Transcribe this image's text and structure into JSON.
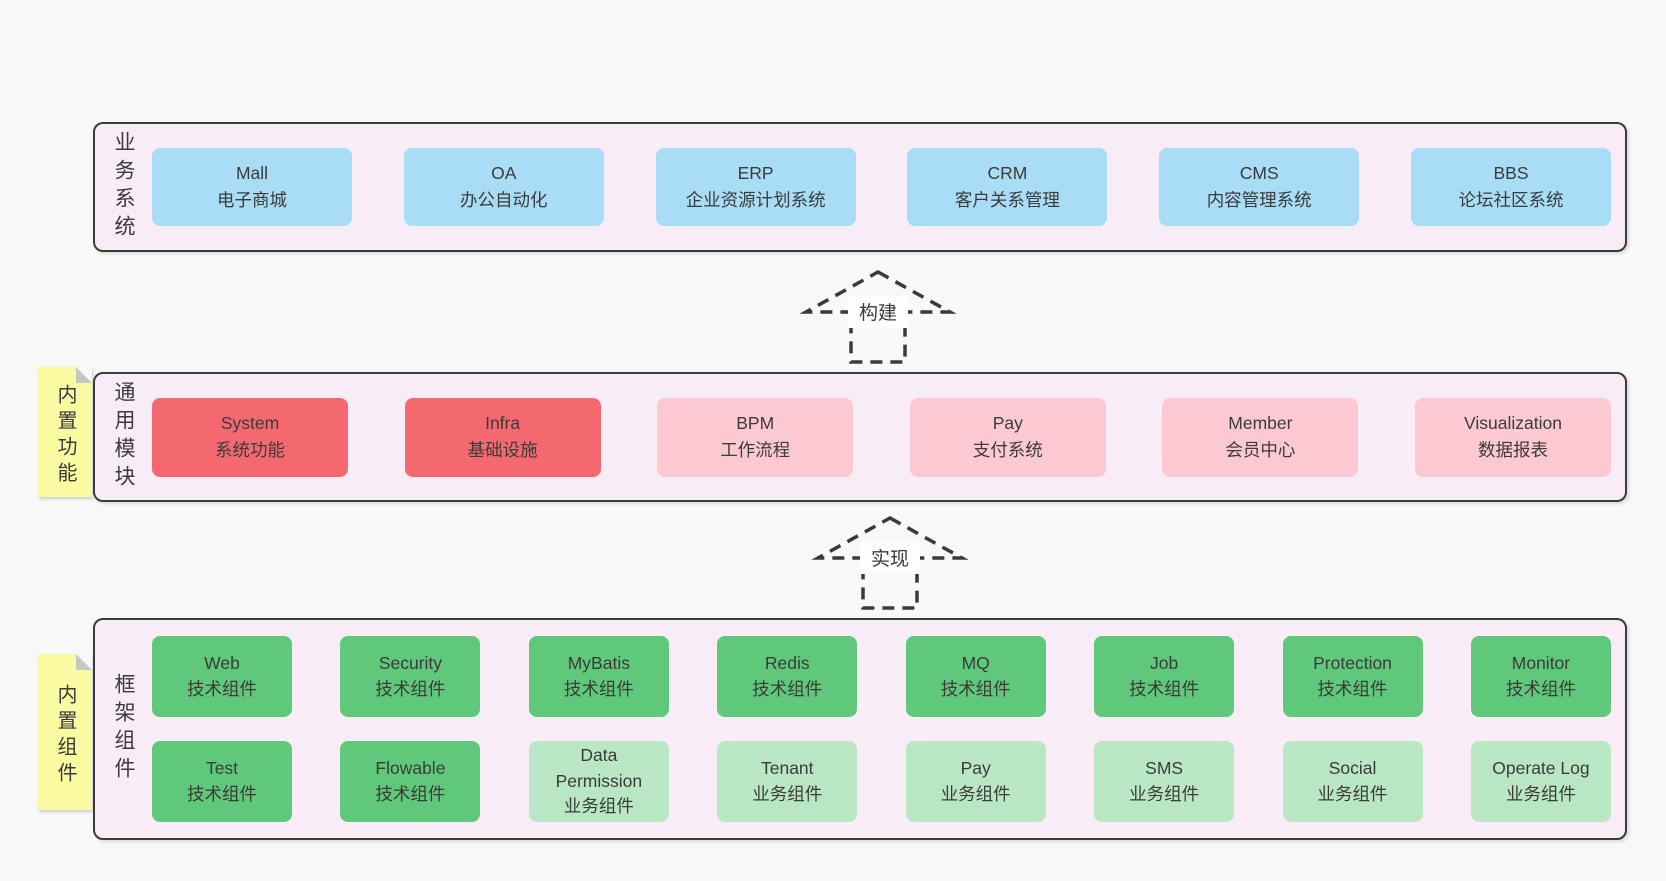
{
  "layers": {
    "business": {
      "label": "业务系统",
      "boxes": [
        {
          "title": "Mall",
          "subtitle": "电子商城"
        },
        {
          "title": "OA",
          "subtitle": "办公自动化"
        },
        {
          "title": "ERP",
          "subtitle": "企业资源计划系统"
        },
        {
          "title": "CRM",
          "subtitle": "客户关系管理"
        },
        {
          "title": "CMS",
          "subtitle": "内容管理系统"
        },
        {
          "title": "BBS",
          "subtitle": "论坛社区系统"
        }
      ]
    },
    "modules": {
      "label": "通用模块",
      "note": "内置功能",
      "boxes": [
        {
          "title": "System",
          "subtitle": "系统功能"
        },
        {
          "title": "Infra",
          "subtitle": "基础设施"
        },
        {
          "title": "BPM",
          "subtitle": "工作流程"
        },
        {
          "title": "Pay",
          "subtitle": "支付系统"
        },
        {
          "title": "Member",
          "subtitle": "会员中心"
        },
        {
          "title": "Visualization",
          "subtitle": "数据报表"
        }
      ]
    },
    "framework": {
      "label": "框架组件",
      "note": "内置组件",
      "row1": [
        {
          "title": "Web",
          "subtitle": "技术组件"
        },
        {
          "title": "Security",
          "subtitle": "技术组件"
        },
        {
          "title": "MyBatis",
          "subtitle": "技术组件"
        },
        {
          "title": "Redis",
          "subtitle": "技术组件"
        },
        {
          "title": "MQ",
          "subtitle": "技术组件"
        },
        {
          "title": "Job",
          "subtitle": "技术组件"
        },
        {
          "title": "Protection",
          "subtitle": "技术组件"
        },
        {
          "title": "Monitor",
          "subtitle": "技术组件"
        }
      ],
      "row2": [
        {
          "title": "Test",
          "subtitle": "技术组件"
        },
        {
          "title": "Flowable",
          "subtitle": "技术组件"
        },
        {
          "title": "Data Permission",
          "subtitle": "业务组件"
        },
        {
          "title": "Tenant",
          "subtitle": "业务组件"
        },
        {
          "title": "Pay",
          "subtitle": "业务组件"
        },
        {
          "title": "SMS",
          "subtitle": "业务组件"
        },
        {
          "title": "Social",
          "subtitle": "业务组件"
        },
        {
          "title": "Operate Log",
          "subtitle": "业务组件"
        }
      ]
    }
  },
  "arrows": {
    "build": {
      "label": "构建"
    },
    "implement": {
      "label": "实现"
    }
  },
  "colors": {
    "page_bg": "#f8f8f8",
    "panel_bg": "#f8edf6",
    "panel_border": "#3c3c3c",
    "blue": "#a9dcf5",
    "red": "#f4696f",
    "pink": "#fcc9d3",
    "green_dark": "#60c87b",
    "green_light": "#bae7c3",
    "note_yellow": "#fafaa2",
    "text": "#3b3b3b"
  }
}
